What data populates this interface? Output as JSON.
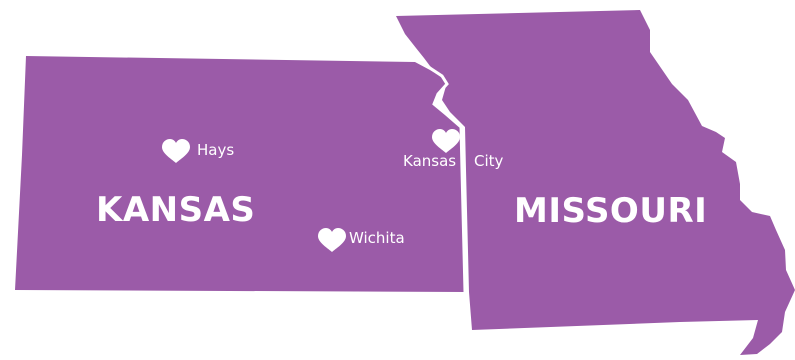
{
  "map": {
    "fill_color": "#9b5ba8",
    "border_color": "#ffffff",
    "states": [
      {
        "name": "KANSAS"
      },
      {
        "name": "MISSOURI"
      }
    ],
    "cities": [
      {
        "name": "Hays",
        "icon": "heart-icon"
      },
      {
        "name": "Wichita",
        "icon": "heart-icon"
      },
      {
        "name_part1": "Kansas",
        "name_part2": "City",
        "icon": "heart-icon"
      }
    ]
  }
}
